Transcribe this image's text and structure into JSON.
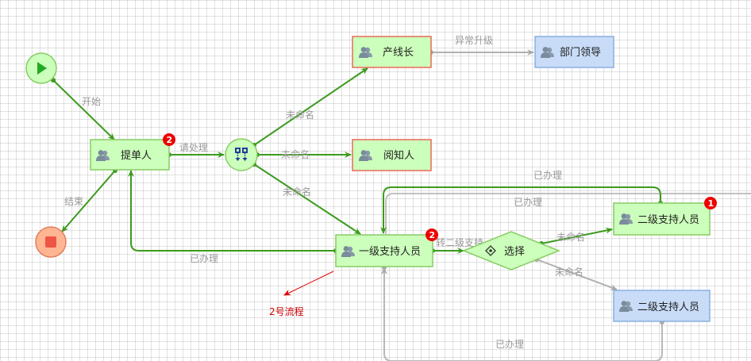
{
  "colors": {
    "active_edge": "#3c9a1e",
    "inactive_edge": "#b0b0b0",
    "node_green_fill": "#ccffbb",
    "node_green_border": "#88cc66",
    "node_red_border": "#e8685a",
    "node_blue_fill": "#c8dcf8",
    "node_blue_border": "#8ab0e0",
    "badge": "#ee0000",
    "annotation": "#dd0000",
    "end_fill": "#ffb592",
    "end_square": "#ee5544"
  },
  "nodes": {
    "start": {
      "type": "start",
      "icon": "play-icon"
    },
    "end": {
      "type": "end",
      "icon": "stop-icon"
    },
    "submitter": {
      "label": "提单人",
      "icon": "users-icon",
      "badge": "2"
    },
    "parallel": {
      "type": "parallel-gateway",
      "icon": "fork-icon"
    },
    "line_leader": {
      "label": "产线长",
      "icon": "users-icon"
    },
    "dept_leader": {
      "label": "部门领导",
      "icon": "users-icon"
    },
    "reader": {
      "label": "阅知人",
      "icon": "users-icon"
    },
    "l1_support": {
      "label": "一级支持人员",
      "icon": "users-icon",
      "badge": "2"
    },
    "choice": {
      "label": "选择",
      "icon": "eye-diamond-icon"
    },
    "l2_support_a": {
      "label": "二级支持人员",
      "icon": "users-icon",
      "badge": "1"
    },
    "l2_support_b": {
      "label": "二级支持人员",
      "icon": "users-icon"
    }
  },
  "edges": {
    "start_to_submitter": "开始",
    "submitter_to_end": "结束",
    "submitter_to_parallel": "请处理",
    "parallel_to_line_leader": "未命名",
    "parallel_to_reader": "未命名",
    "parallel_to_l1": "未命名",
    "line_leader_to_dept": "异常升级",
    "l1_to_submitter": "已办理",
    "l1_to_choice": "转二级支持",
    "choice_to_l2a": "未命名",
    "choice_to_l2b": "未命名",
    "l2a_to_l1": "已办理",
    "offscreen_to_l1": "已办理",
    "l2b_to_l1": "已办理"
  },
  "annotation": {
    "label": "2号流程"
  }
}
